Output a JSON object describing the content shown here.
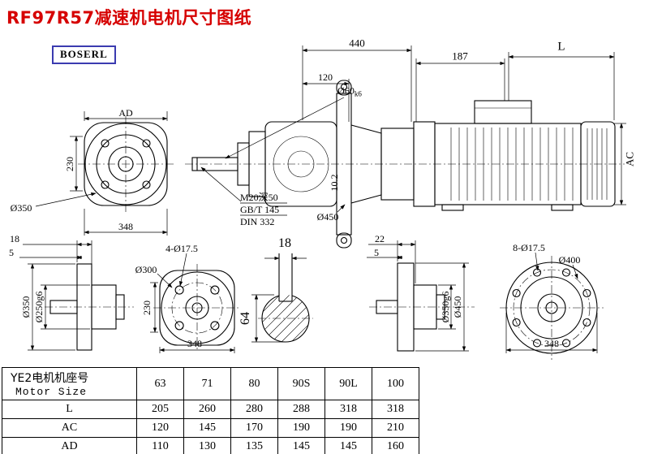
{
  "page": {
    "title": "RF97R57减速机电机尺寸图纸",
    "brand": "BOSERL"
  },
  "main_view": {
    "dim_440": "440",
    "dim_187": "187",
    "dim_L": "L",
    "dim_120": "120",
    "shaft_dia": "Ø60",
    "shaft_tol": "k6",
    "thread_note_1": "M20深50",
    "thread_note_2": "GB/T 145",
    "thread_note_3": "DIN 332",
    "flange_dia": "Ø450",
    "plate_thickness": "10.2",
    "dim_AC": "AC"
  },
  "front_view": {
    "dim_AD": "AD",
    "dim_230": "230",
    "dim_348": "348",
    "flange_dia": "Ø350"
  },
  "output_side_view": {
    "dim_18": "18",
    "dim_5": "5",
    "flange_dia": "Ø350",
    "spigot_dia": "Ø250g6"
  },
  "output_flange_view": {
    "holes": "4-Ø17.5",
    "bolt_circle": "Ø300",
    "dim_230": "230",
    "dim_348": "348"
  },
  "shaft_section_view": {
    "key_width": "18",
    "shaft_height": "64"
  },
  "motor_side_view": {
    "dim_22": "22",
    "dim_5": "5",
    "flange_dia": "Ø450",
    "spigot_dia": "Ø350g6"
  },
  "motor_flange_view": {
    "holes": "8-Ø17.5",
    "bolt_circle": "Ø400",
    "dim_348": "348"
  },
  "table": {
    "header_line1": "YE2电机机座号",
    "header_line2": "Motor Size",
    "sizes": [
      "63",
      "71",
      "80",
      "90S",
      "90L",
      "100"
    ],
    "rows": [
      {
        "label": "L",
        "values": [
          "205",
          "260",
          "280",
          "288",
          "318",
          "318"
        ]
      },
      {
        "label": "AC",
        "values": [
          "120",
          "145",
          "170",
          "190",
          "190",
          "210"
        ]
      },
      {
        "label": "AD",
        "values": [
          "110",
          "130",
          "135",
          "145",
          "145",
          "160"
        ]
      }
    ]
  }
}
